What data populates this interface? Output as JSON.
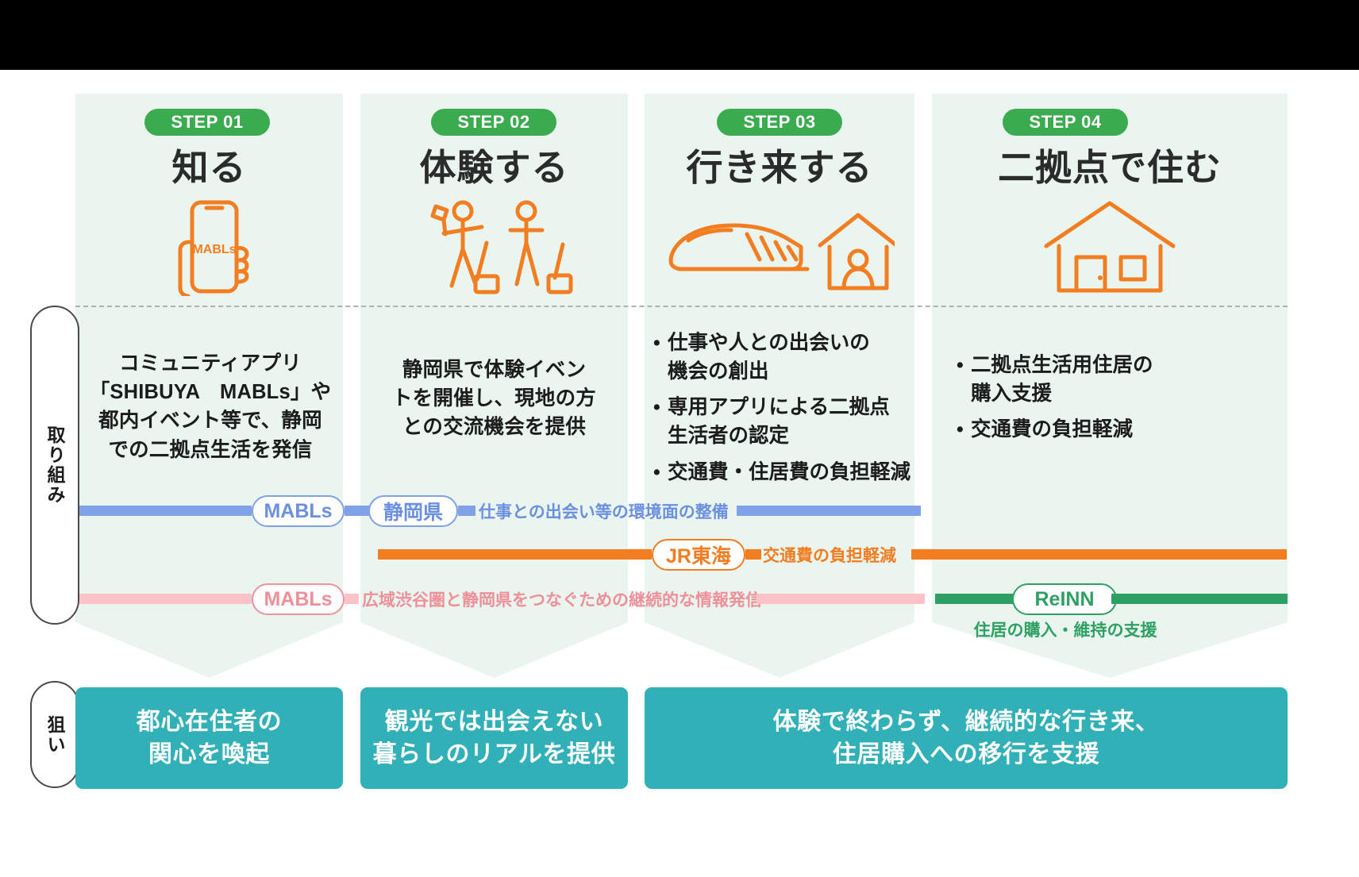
{
  "theme": {
    "panel_bg": "#e9f5ee",
    "step_pill_green": "#3aab4f",
    "icon_orange": "#f37d21",
    "bar_blue": "#7fa1e8",
    "bar_orange": "#f37d21",
    "bar_pink": "#fbc3c8",
    "bar_green": "#2ea063",
    "goal_teal": "#32b0b8",
    "text_dark": "#1c1c1c"
  },
  "side_labels": {
    "initiatives": "取り組み",
    "aim": "狙い"
  },
  "steps": [
    {
      "pill": "STEP 01",
      "title": "知る",
      "icon": "smartphone-in-hand-icon",
      "icon_text": "MABLs",
      "body_lines": [
        "コミュニティアプリ",
        "「SHIBUYA　MABLs」や",
        "都内イベント等で、静岡",
        "での二拠点生活を発信"
      ]
    },
    {
      "pill": "STEP 02",
      "title": "体験する",
      "icon": "two-travelers-with-luggage-icon",
      "icon_text": "",
      "body_lines": [
        "静岡県で体験イベン",
        "トを開催し、現地の方",
        "との交流機会を提供"
      ]
    },
    {
      "pill": "STEP 03",
      "title": "行き来する",
      "icon": "shinkansen-and-house-icon",
      "icon_text": "",
      "bullets": [
        "仕事や人との出会いの\n機会の創出",
        "専用アプリによる二拠点\n生活者の認定",
        "交通費・住居費の負担軽減"
      ]
    },
    {
      "pill": "STEP 04",
      "title": "二拠点で住む",
      "icon": "house-icon",
      "icon_text": "",
      "bullets": [
        "二拠点生活用住居の\n購入支援",
        "交通費の負担軽減"
      ]
    }
  ],
  "bars": [
    {
      "id": "blue",
      "color": "#7fa1e8",
      "chips": [
        "MABLs",
        "静岡県"
      ],
      "label": "仕事との出会い等の環境面の整備"
    },
    {
      "id": "orange",
      "color": "#f37d21",
      "chips": [
        "JR東海"
      ],
      "label": "交通費の負担軽減"
    },
    {
      "id": "pink",
      "color": "#fbc3c8",
      "chips": [
        "MABLs"
      ],
      "label": "広域渋谷圏と静岡県をつなぐための継続的な情報発信"
    },
    {
      "id": "green",
      "color": "#2ea063",
      "chips": [
        "ReINN"
      ],
      "label": "住居の購入・維持の支援"
    }
  ],
  "goals": [
    {
      "lines": [
        "都心在住者の",
        "関心を喚起"
      ]
    },
    {
      "lines": [
        "観光では出会えない",
        "暮らしのリアルを提供"
      ]
    },
    {
      "lines": [
        "体験で終わらず、継続的な行き来、",
        "住居購入への移行を支援"
      ]
    }
  ]
}
